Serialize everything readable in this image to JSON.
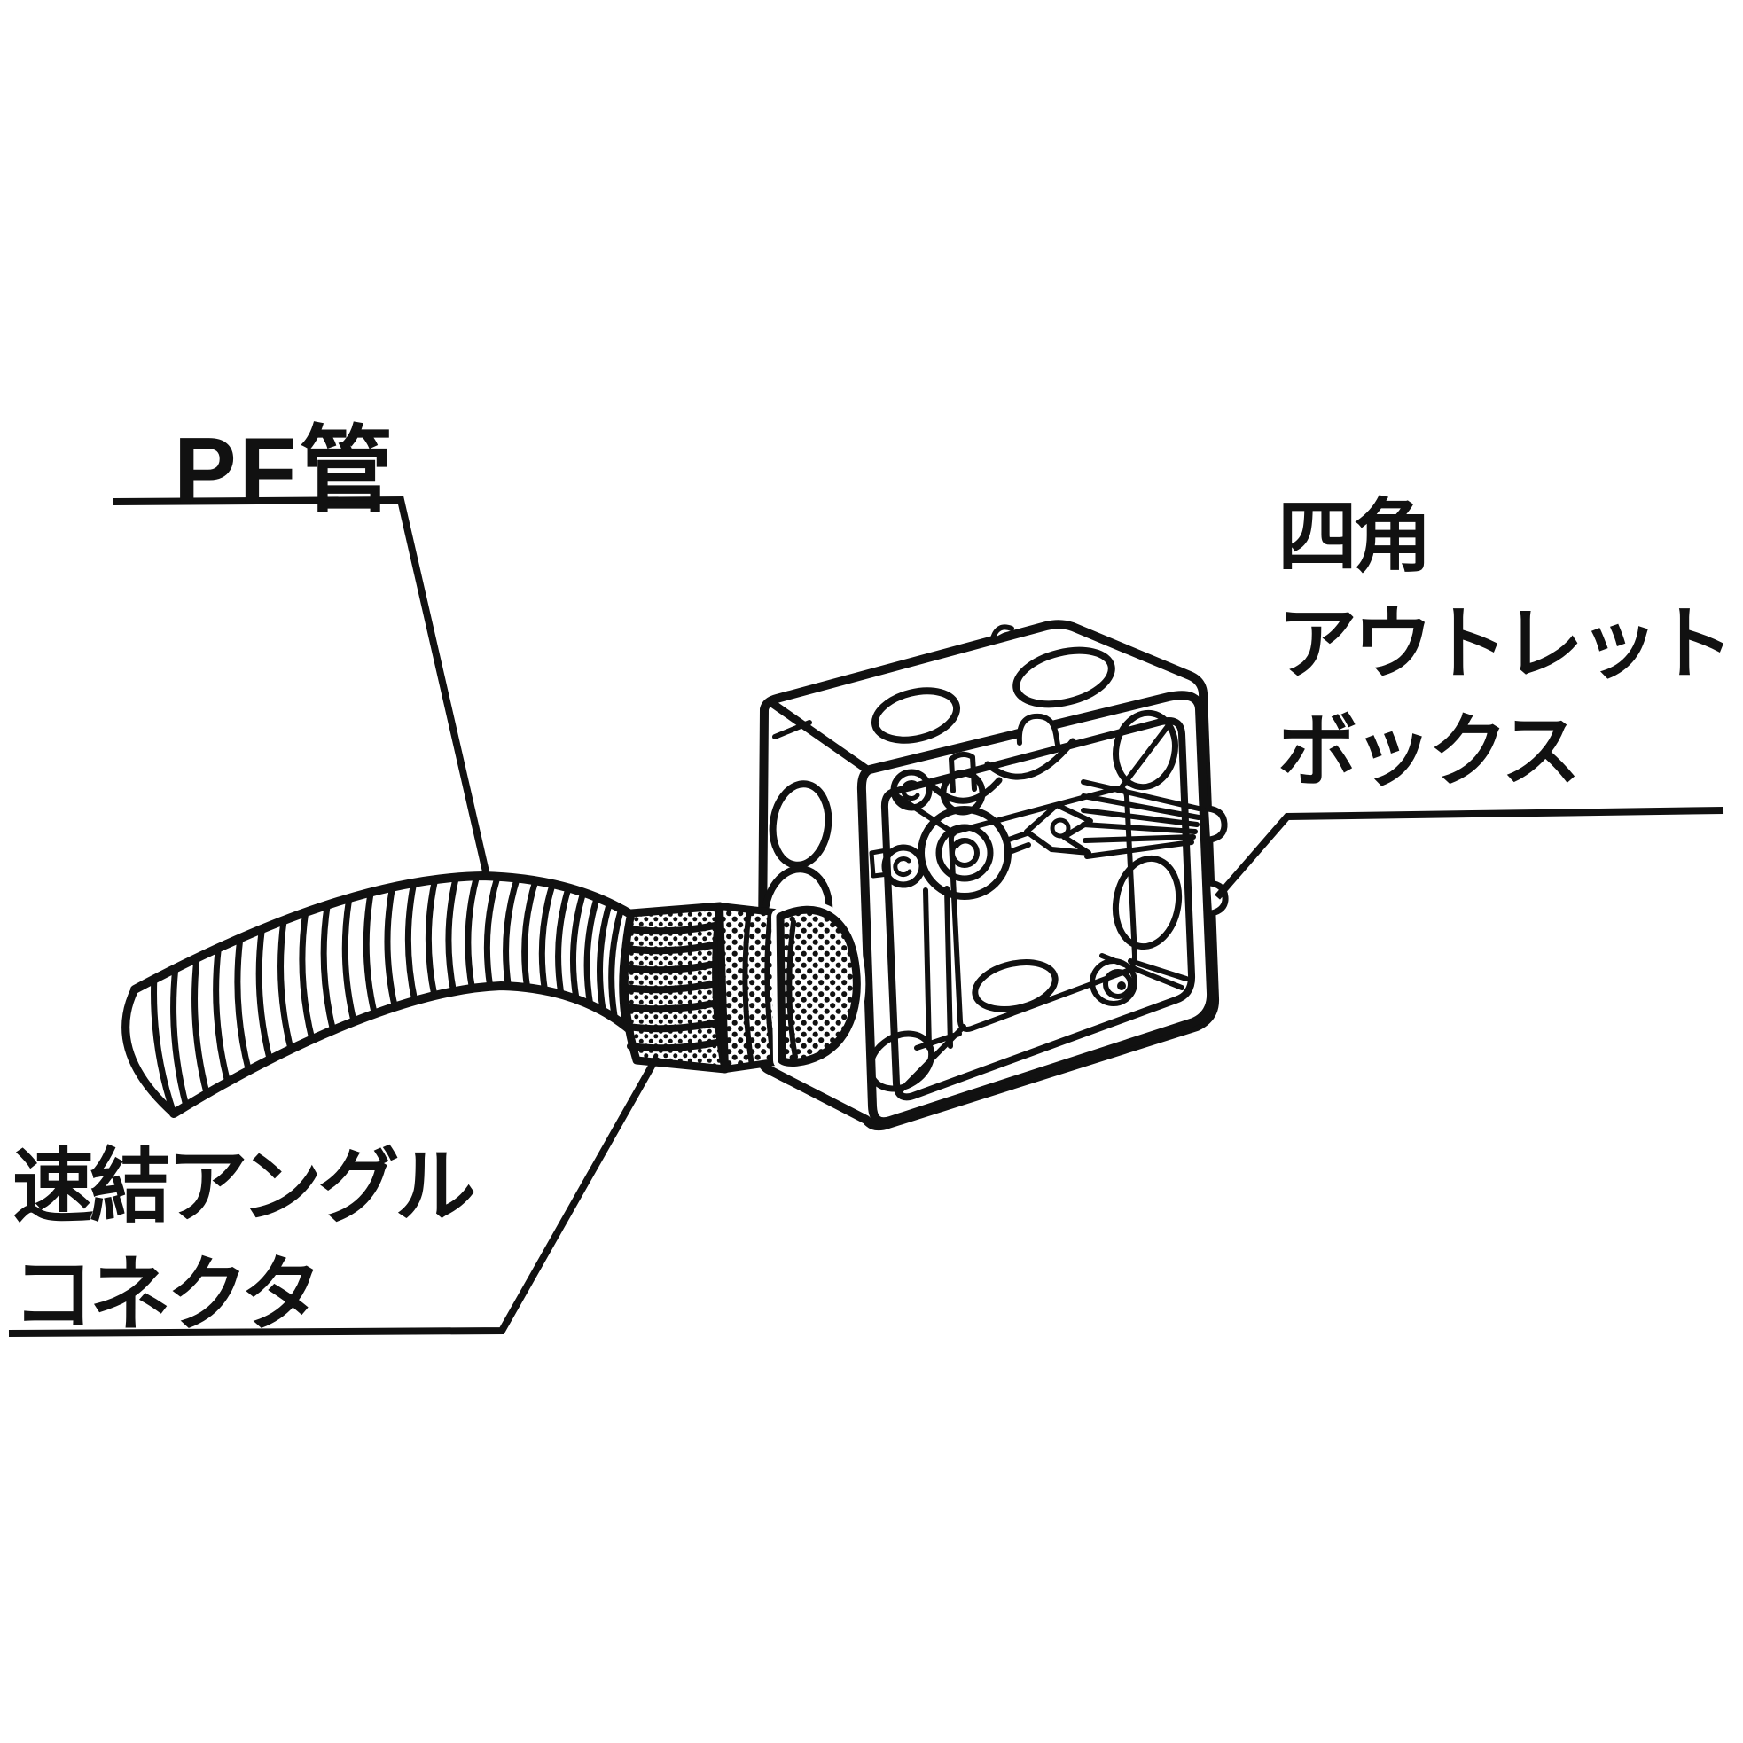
{
  "page": {
    "background": "#ffffff",
    "ink": "#111111"
  },
  "labels": {
    "pf_pipe": {
      "text": "PF管"
    },
    "outlet_box": {
      "lines": [
        "四角",
        "アウトレット",
        "ボックス"
      ]
    },
    "connector": {
      "lines": [
        "速結アングル",
        "コネクタ"
      ]
    }
  }
}
